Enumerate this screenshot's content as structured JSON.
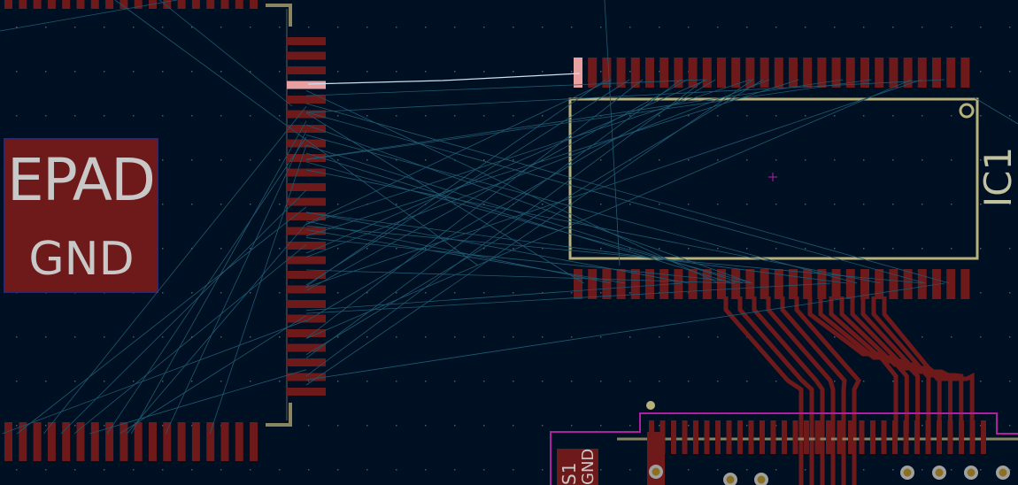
{
  "board": {
    "epad_label": "EPAD",
    "epad_net": "GND",
    "ic_reference": "IC1",
    "switch_reference": "S1",
    "switch_pad_net": "GND"
  },
  "colors": {
    "background": "#001023",
    "copper_front": "#6e1a1a",
    "copper_highlight": "#e8a0a0",
    "silkscreen": "#b8b07a",
    "ratsnest": "#1f5a70",
    "board_outline": "#b01fa0",
    "grid": "#4a5a6a"
  }
}
